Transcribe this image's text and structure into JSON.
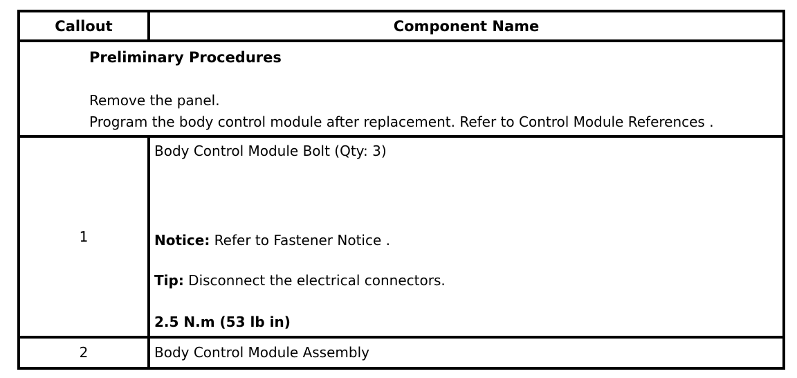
{
  "page": {
    "background_color": "#ffffff",
    "border_color": "#000000",
    "text_color": "#000000"
  },
  "table": {
    "header": {
      "callout_label": "Callout",
      "component_label": "Component Name"
    },
    "preliminary": {
      "title": "Preliminary Procedures",
      "step1": "Remove the panel.",
      "step2": "Program the body control module after replacement. Refer to Control Module References ."
    },
    "row1": {
      "callout": "1",
      "component_name": "Body Control Module Bolt (Qty: 3)",
      "notice_label": "Notice:",
      "notice_text": "Refer to Fastener Notice .",
      "tip_label": "Tip:",
      "tip_text": "Disconnect the electrical connectors.",
      "torque": "2.5 N.m (53 lb in)"
    },
    "row2": {
      "callout": "2",
      "component_name": "Body Control Module Assembly"
    }
  }
}
